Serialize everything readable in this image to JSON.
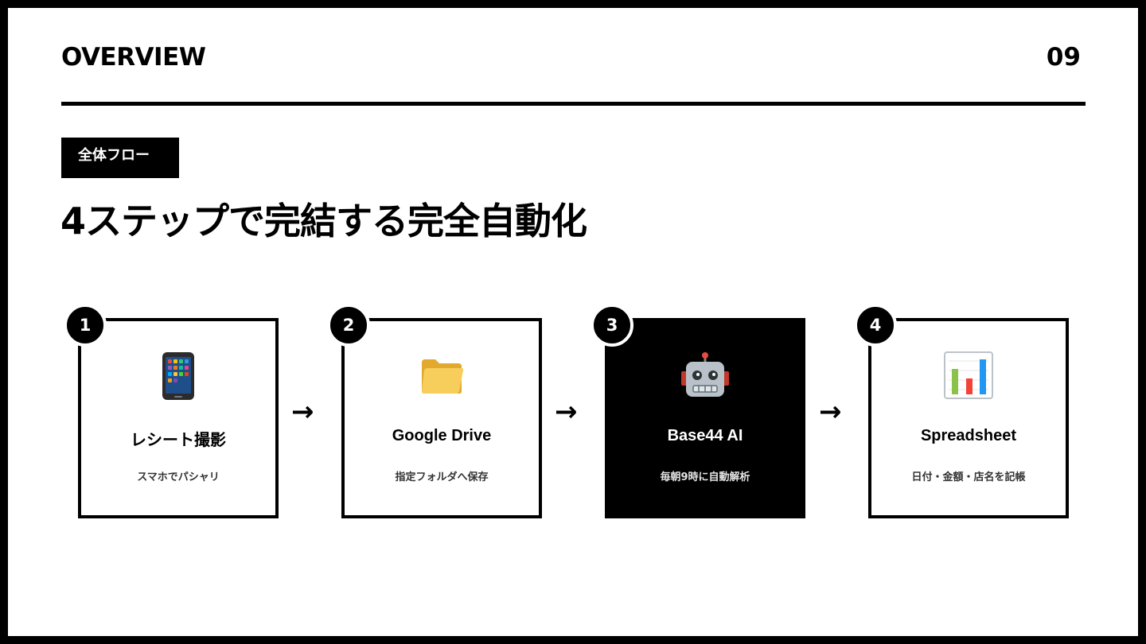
{
  "header": {
    "title": "OVERVIEW",
    "page_number": "09"
  },
  "section": {
    "badge": "全体フロー",
    "heading": "4ステップで完結する完全自動化"
  },
  "steps": [
    {
      "number": "1",
      "icon": "smartphone-icon",
      "title": "レシート撮影",
      "description": "スマホでパシャリ",
      "dark": false
    },
    {
      "number": "2",
      "icon": "folder-icon",
      "title": "Google Drive",
      "description": "指定フォルダへ保存",
      "dark": false
    },
    {
      "number": "3",
      "icon": "robot-icon",
      "title": "Base44 AI",
      "description": "毎朝9時に自動解析",
      "dark": true
    },
    {
      "number": "4",
      "icon": "bar-chart-icon",
      "title": "Spreadsheet",
      "description": "日付・金額・店名を記帳",
      "dark": false
    }
  ],
  "arrow_glyph": "→",
  "colors": {
    "background": "#ffffff",
    "ink": "#000000",
    "frame": "#000000"
  }
}
